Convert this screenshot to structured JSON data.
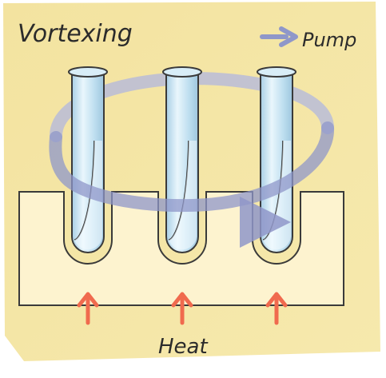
{
  "diagram": {
    "title": "Vortexing",
    "legend": {
      "label": "Pump",
      "icon": "arrow-right-icon"
    },
    "bottom_label": "Heat",
    "tube_count": 3,
    "heat_arrow_count": 3,
    "colors": {
      "background": "#f6e7a1",
      "block_fill": "#fdf3cf",
      "stroke": "#3a3a3a",
      "glass": "#cfe6f2",
      "pump_arrow": "#8f97c9",
      "heat_arrow": "#f06a4e"
    }
  }
}
